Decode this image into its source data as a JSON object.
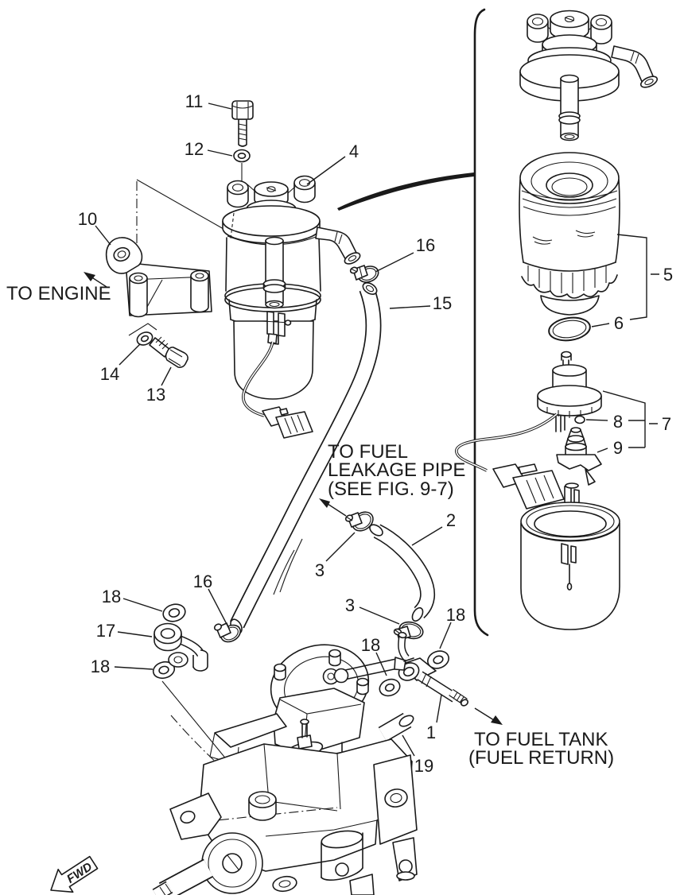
{
  "figure": {
    "type": "exploded-parts-diagram",
    "background": "#ffffff",
    "line_color": "#1a1a1a"
  },
  "callouts": [
    {
      "label": "11"
    },
    {
      "label": "12"
    },
    {
      "label": "4"
    },
    {
      "label": "10"
    },
    {
      "label": "16"
    },
    {
      "label": "15"
    },
    {
      "label": "14"
    },
    {
      "label": "13"
    },
    {
      "label": "5"
    },
    {
      "label": "6"
    },
    {
      "label": "8"
    },
    {
      "label": "7"
    },
    {
      "label": "9"
    },
    {
      "label": "2"
    },
    {
      "label": "3"
    },
    {
      "label": "16"
    },
    {
      "label": "18"
    },
    {
      "label": "17"
    },
    {
      "label": "18"
    },
    {
      "label": "3"
    },
    {
      "label": "18"
    },
    {
      "label": "18"
    },
    {
      "label": "1"
    },
    {
      "label": "19"
    }
  ],
  "labels": {
    "to_engine": "TO ENGINE",
    "leakage_line1": "TO FUEL",
    "leakage_line2": "LEAKAGE PIPE",
    "leakage_line3": "(SEE FIG. 9-7)",
    "fuel_tank_line1": "TO FUEL TANK",
    "fuel_tank_line2": "(FUEL RETURN)",
    "fwd": "FWD"
  }
}
